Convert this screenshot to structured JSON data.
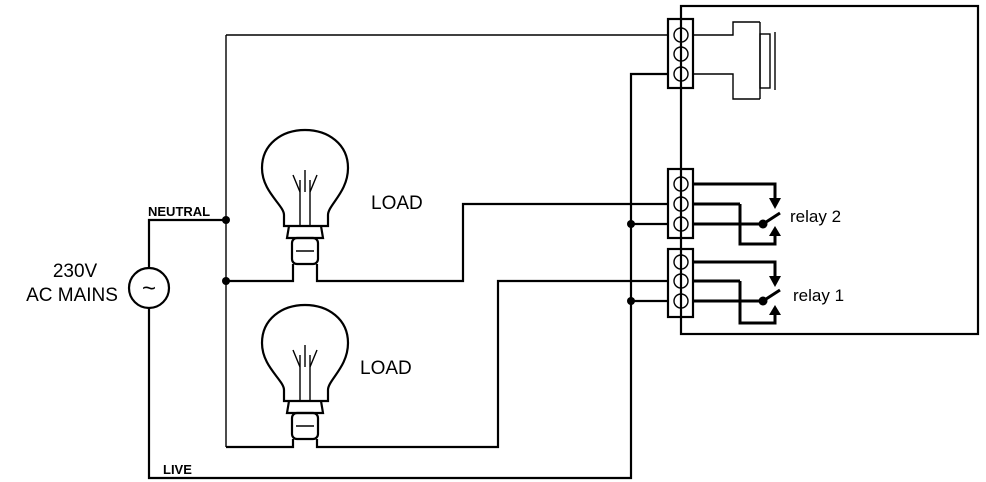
{
  "labels": {
    "source_voltage": "230V",
    "source_type": "AC MAINS",
    "source_symbol": "~",
    "neutral": "NEUTRAL",
    "live": "LIVE",
    "load_top": "LOAD",
    "load_bottom": "LOAD",
    "relay_2": "relay 2",
    "relay_1": "relay 1"
  },
  "icons": [
    "ac-source-icon",
    "light-bulb-icon",
    "relay-switch-icon",
    "terminal-block-icon",
    "coil-icon"
  ]
}
